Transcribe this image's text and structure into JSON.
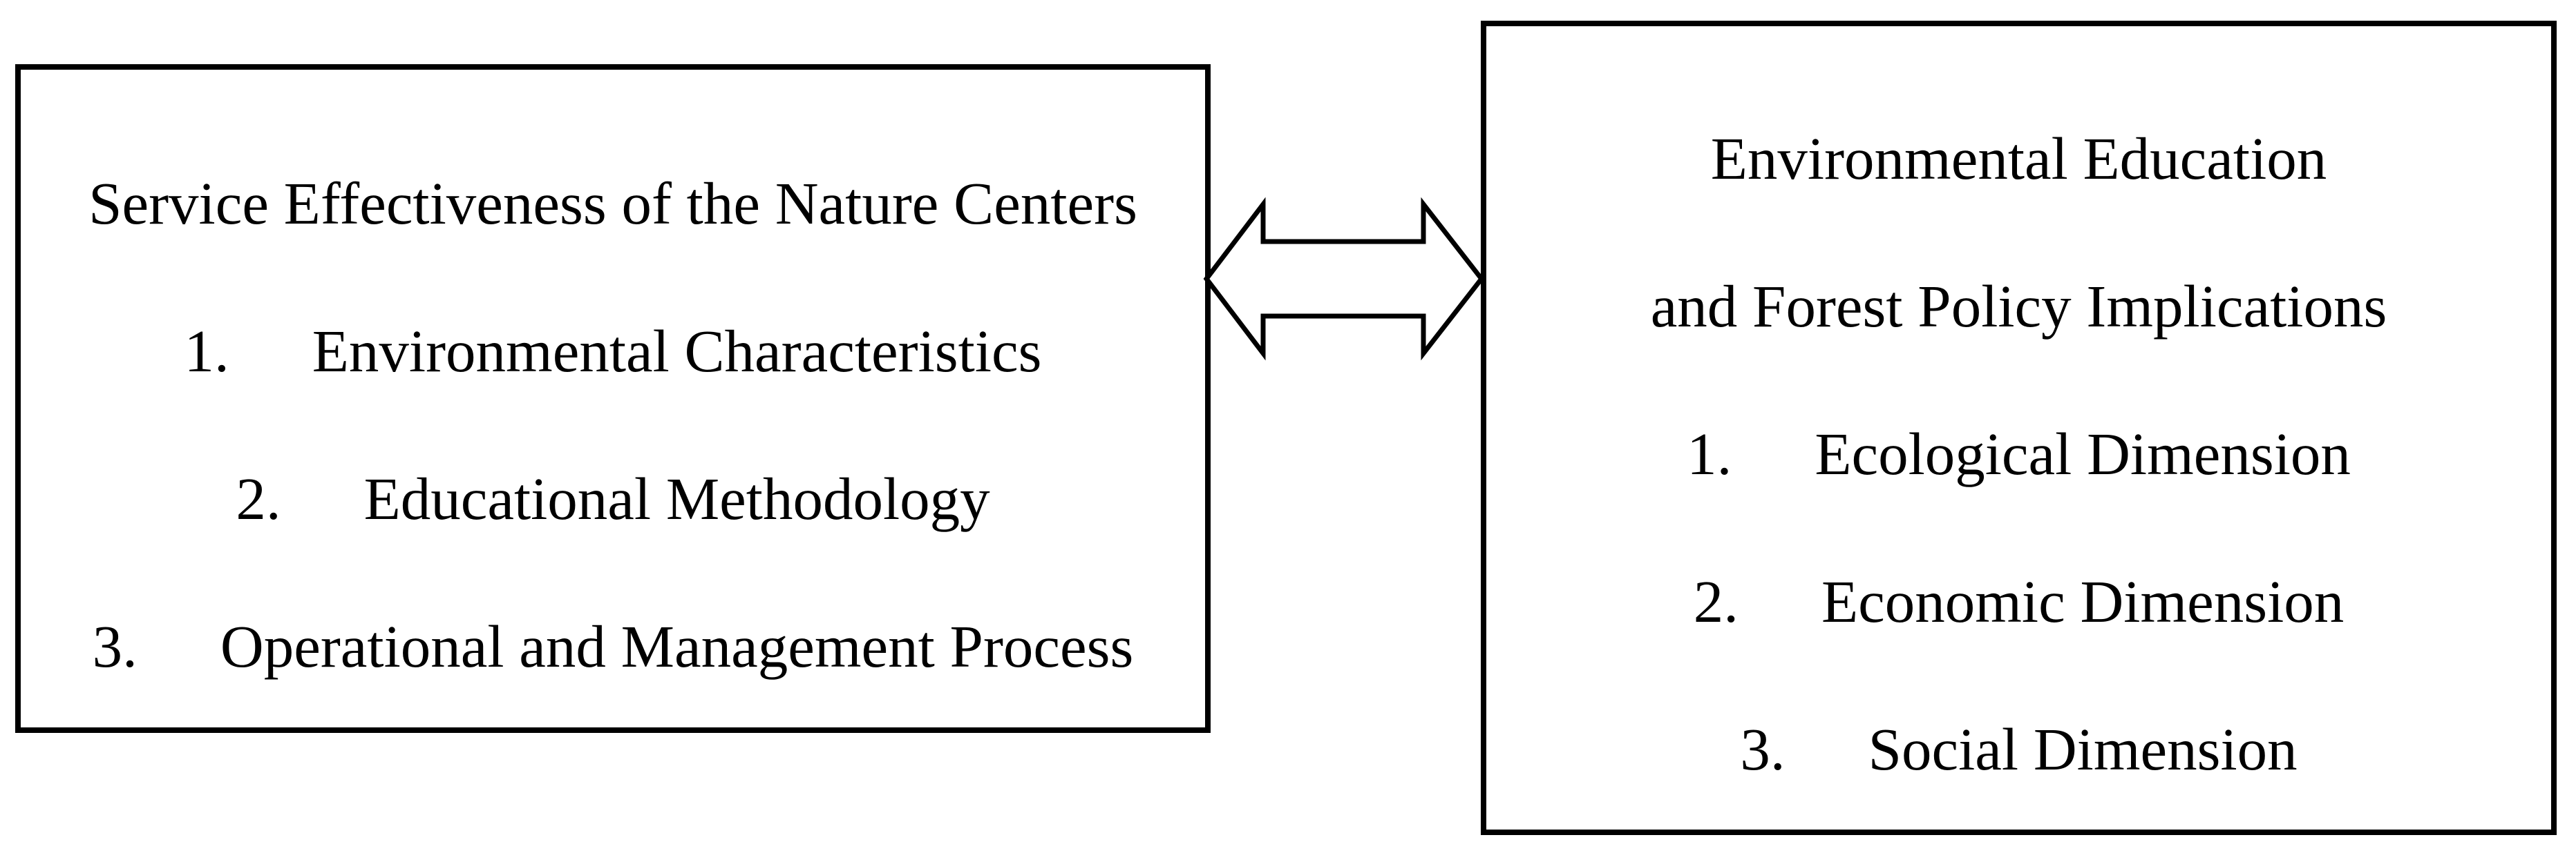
{
  "colors": {
    "background": "#ffffff",
    "border": "#000000",
    "text": "#000000"
  },
  "left_box": {
    "title": "Service Effectiveness of the Nature Centers",
    "items": [
      {
        "number": "1.",
        "label": "Environmental Characteristics"
      },
      {
        "number": "2.",
        "label": "Educational Methodology"
      },
      {
        "number": "3.",
        "label": "Operational and Management Process"
      }
    ]
  },
  "connector": {
    "type": "double-headed-arrow"
  },
  "right_box": {
    "title_lines": [
      "Environmental Education",
      "and Forest Policy Implications"
    ],
    "items": [
      {
        "number": "1.",
        "label": "Ecological Dimension"
      },
      {
        "number": "2.",
        "label": "Economic Dimension"
      },
      {
        "number": "3.",
        "label": "Social Dimension"
      }
    ]
  }
}
